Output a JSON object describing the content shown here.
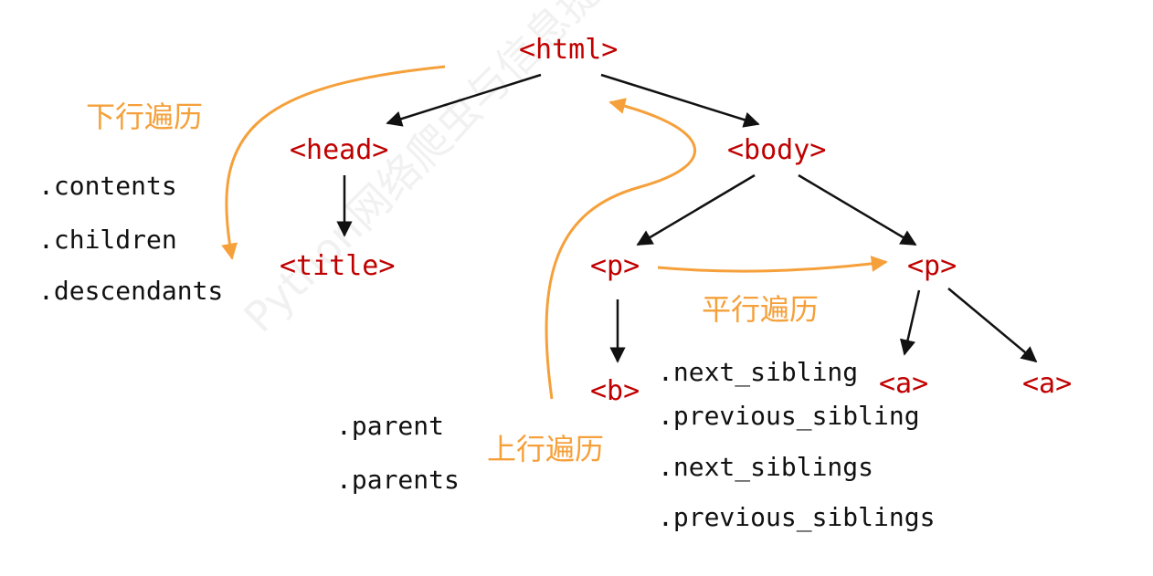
{
  "nodes": {
    "html": "<html>",
    "head": "<head>",
    "body": "<body>",
    "title": "<title>",
    "p1": "<p>",
    "p2": "<p>",
    "b": "<b>",
    "a1": "<a>",
    "a2": "<a>"
  },
  "traversal": {
    "down": {
      "label": "下行遍历",
      "props": [
        ".contents",
        ".children",
        ".descendants"
      ]
    },
    "up": {
      "label": "上行遍历",
      "props": [
        ".parent",
        ".parents"
      ]
    },
    "parallel": {
      "label": "平行遍历",
      "props": [
        ".next_sibling",
        ".previous_sibling",
        ".next_siblings",
        ".previous_siblings"
      ]
    }
  },
  "watermark": "Python网络爬虫与信息提取",
  "colors": {
    "node": "#c00000",
    "traversal": "#f5a03a",
    "text": "#111111"
  }
}
